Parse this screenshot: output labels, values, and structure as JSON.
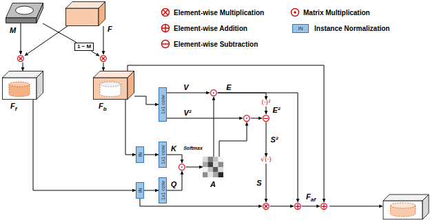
{
  "diagram": {
    "nodes": [
      {
        "text": [
          "M"
        ]
      },
      {
        "text": [
          "F"
        ]
      },
      {
        "text": [
          "1 − M"
        ]
      },
      {
        "text": [
          "⊗"
        ]
      },
      {
        "text": [
          "⊗"
        ]
      },
      {
        "text": [
          "Ff"
        ]
      },
      {
        "text": [
          "Fb"
        ]
      },
      {
        "text": [
          "1x1 conv"
        ]
      },
      {
        "text": [
          "IN"
        ]
      },
      {
        "text": [
          "1x1 conv"
        ]
      },
      {
        "text": [
          "IN"
        ]
      },
      {
        "text": [
          "1x1 conv"
        ]
      },
      {
        "text": [
          "⊙"
        ]
      },
      {
        "text": [
          "A"
        ]
      },
      {
        "text": [
          "⊙"
        ]
      },
      {
        "text": [
          "⊙"
        ]
      },
      {
        "text": [
          "(·)²"
        ]
      },
      {
        "text": [
          "⊖"
        ]
      },
      {
        "text": [
          "√(·)"
        ]
      },
      {
        "text": [
          "⊗"
        ]
      },
      {
        "text": [
          "⊕"
        ]
      },
      {
        "text": [
          "⊕"
        ]
      }
    ],
    "edges": [
      {
        "from": 0,
        "to": 3,
        "arrow": "to"
      },
      {
        "from": 0,
        "to": 2,
        "arrow": "none"
      },
      {
        "from": 1,
        "to": 3,
        "arrow": "to"
      },
      {
        "from": 1,
        "to": 4,
        "arrow": "to"
      },
      {
        "from": 2,
        "to": 4,
        "arrow": "to"
      },
      {
        "from": 3,
        "to": 5,
        "arrow": "to"
      },
      {
        "from": 4,
        "to": 6,
        "arrow": "to"
      },
      {
        "from": 6,
        "to": 7,
        "arrow": "to"
      },
      {
        "from": 6,
        "to": 8,
        "arrow": "to"
      },
      {
        "from": 6,
        "to": 21,
        "arrow": "to"
      },
      {
        "from": 5,
        "to": 10,
        "arrow": "to"
      },
      {
        "from": 8,
        "to": 9,
        "arrow": "to"
      },
      {
        "from": 10,
        "to": 11,
        "arrow": "to"
      },
      {
        "from": 9,
        "to": 12,
        "arrow": "to",
        "label": "K"
      },
      {
        "from": 11,
        "to": 12,
        "arrow": "to",
        "label": "Q"
      },
      {
        "from": 12,
        "to": 13,
        "arrow": "to"
      },
      {
        "from": 7,
        "to": 14,
        "arrow": "to",
        "label": "V"
      },
      {
        "from": 7,
        "to": 15,
        "arrow": "to",
        "label": "V²"
      },
      {
        "from": 13,
        "to": 14,
        "arrow": "to"
      },
      {
        "from": 13,
        "to": 15,
        "arrow": "to"
      },
      {
        "from": 14,
        "to": 16,
        "arrow": "to"
      },
      {
        "from": 14,
        "to": 20,
        "arrow": "to",
        "label": "E"
      },
      {
        "from": 16,
        "to": 17,
        "arrow": "to",
        "label": "E²"
      },
      {
        "from": 15,
        "to": 17,
        "arrow": "to"
      },
      {
        "from": 17,
        "to": 18,
        "arrow": "to",
        "label": "S²"
      },
      {
        "from": 18,
        "to": 19,
        "arrow": "to",
        "label": "S"
      },
      {
        "from": 10,
        "to": 19,
        "arrow": "to"
      },
      {
        "from": 19,
        "to": 20,
        "arrow": "to"
      },
      {
        "from": 20,
        "to": 21,
        "arrow": "to",
        "label": "Faf"
      }
    ],
    "labels": [
      "Softmax",
      "IN"
    ],
    "legend": [
      {
        "text": "Element-wise Multiplication"
      },
      {
        "text": "Matrix Multiplication"
      },
      {
        "text": "Element-wise Addition"
      },
      {
        "text": "Instance Normalization",
        "color": "#9dc3e6"
      },
      {
        "text": "Element-wise Subtraction"
      }
    ]
  }
}
